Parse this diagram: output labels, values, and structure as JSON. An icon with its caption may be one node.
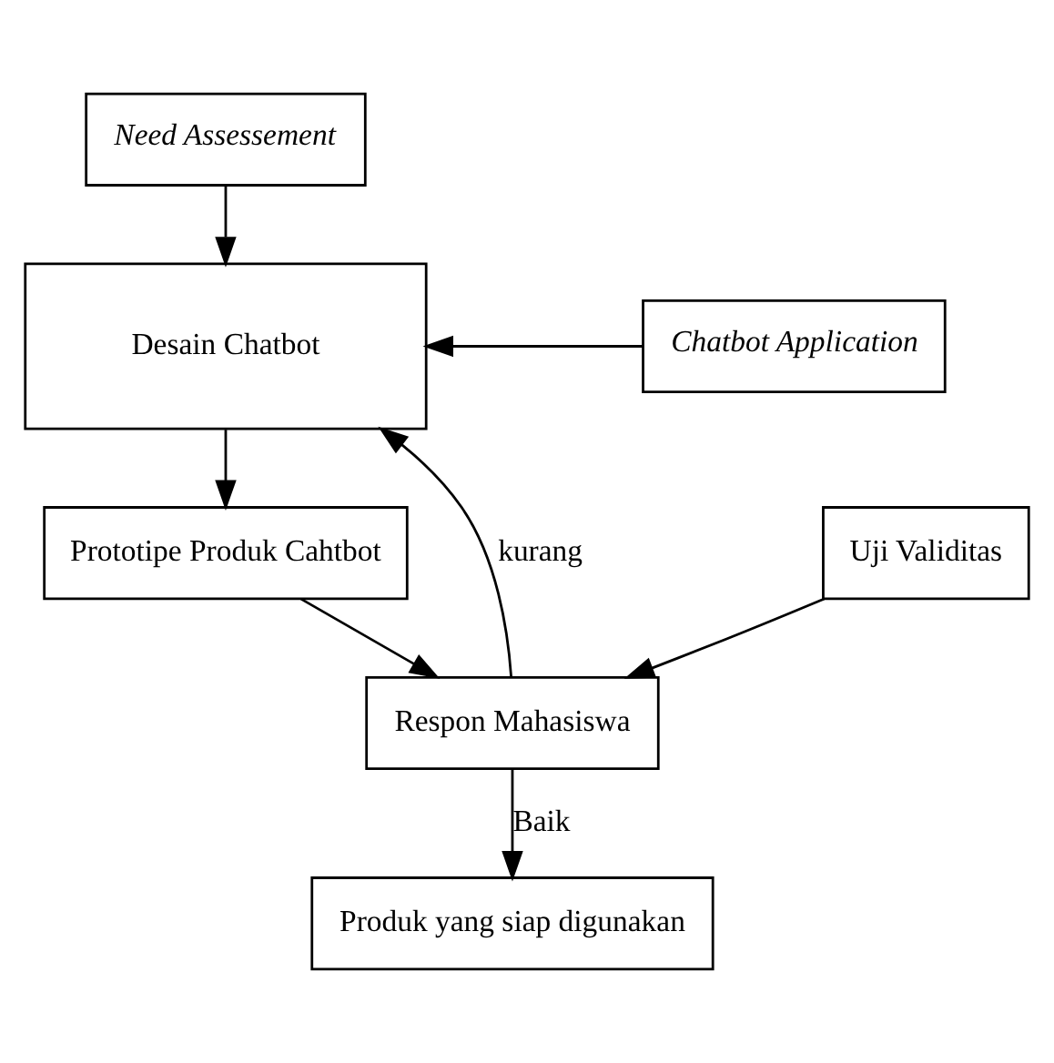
{
  "diagram": {
    "nodes": [
      {
        "text": [
          "Need Assessement"
        ]
      },
      {
        "text": [
          "Desain Chatbot"
        ]
      },
      {
        "text": [
          "Chatbot Application"
        ]
      },
      {
        "text": [
          "Prototipe Produk Cahtbot"
        ]
      },
      {
        "text": [
          "Uji Validitas"
        ]
      },
      {
        "text": [
          "Respon Mahasiswa"
        ]
      },
      {
        "text": [
          "Produk yang siap digunakan"
        ]
      }
    ],
    "edges": [
      {
        "from": 0,
        "to": 1,
        "arrow": "to"
      },
      {
        "from": 2,
        "to": 1,
        "arrow": "to"
      },
      {
        "from": 1,
        "to": 3,
        "arrow": "to"
      },
      {
        "from": 3,
        "to": 5,
        "arrow": "to"
      },
      {
        "from": 4,
        "to": 5,
        "arrow": "to"
      },
      {
        "from": 5,
        "to": 1,
        "arrow": "to",
        "label": "kurang"
      },
      {
        "from": 5,
        "to": 6,
        "arrow": "to",
        "label": "Baik"
      }
    ]
  }
}
